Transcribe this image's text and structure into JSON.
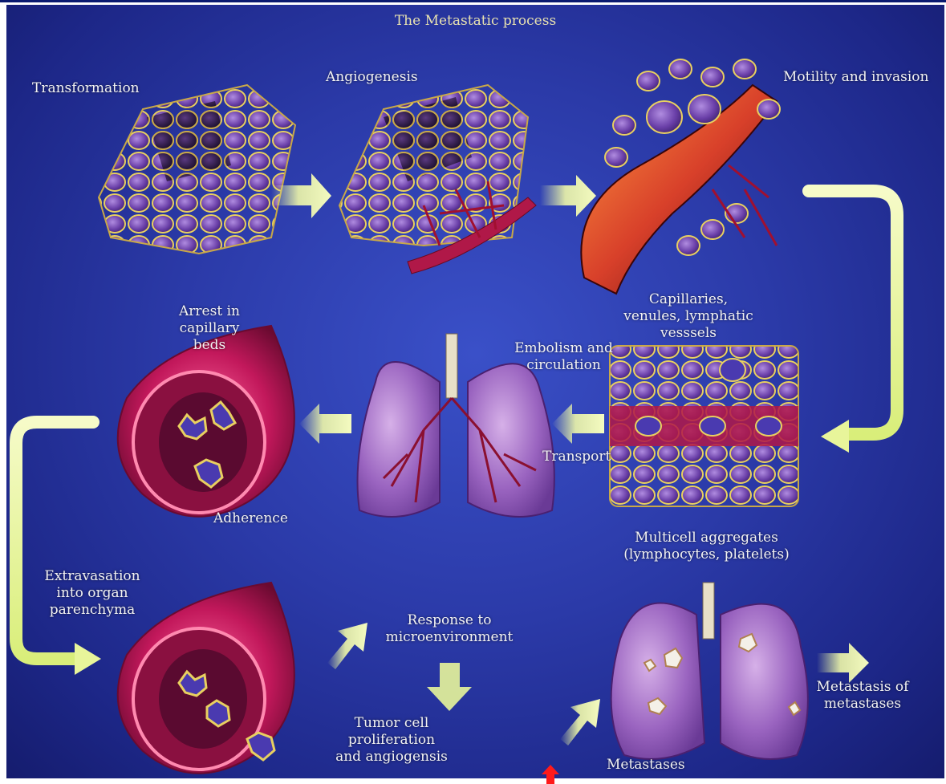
{
  "title": "The Metastatic process",
  "labels": {
    "transformation": "Transformation",
    "angiogenesis": "Angiogenesis",
    "motility": "Motility and invasion",
    "capillaries": "Capillaries,\nvenules, lymphatic vesssels",
    "arrest": "Arrest in\ncapillary\nbeds",
    "embolism": "Embolism and\ncirculation",
    "transport": "Transport",
    "adherence": "Adherence",
    "multicell": "Multicell aggregates\n(lymphocytes, platelets)",
    "extravasation": "Extravasation\ninto organ\nparenchyma",
    "response": "Response to\nmicroenvironment",
    "tumor": "Tumor cell\nproliferation\nand angiogensis",
    "metastases": "Metastases",
    "metastasis_of": "Metastasis of\nmetastases"
  },
  "colors": {
    "background": "#2b3aa8",
    "arrow": "#e8f59a",
    "cell": "#7a4fb8",
    "cell_border": "#e8d060",
    "vessel": "#c2185b",
    "lung": "#9b5fc0",
    "marker": "#ff1a1a"
  }
}
